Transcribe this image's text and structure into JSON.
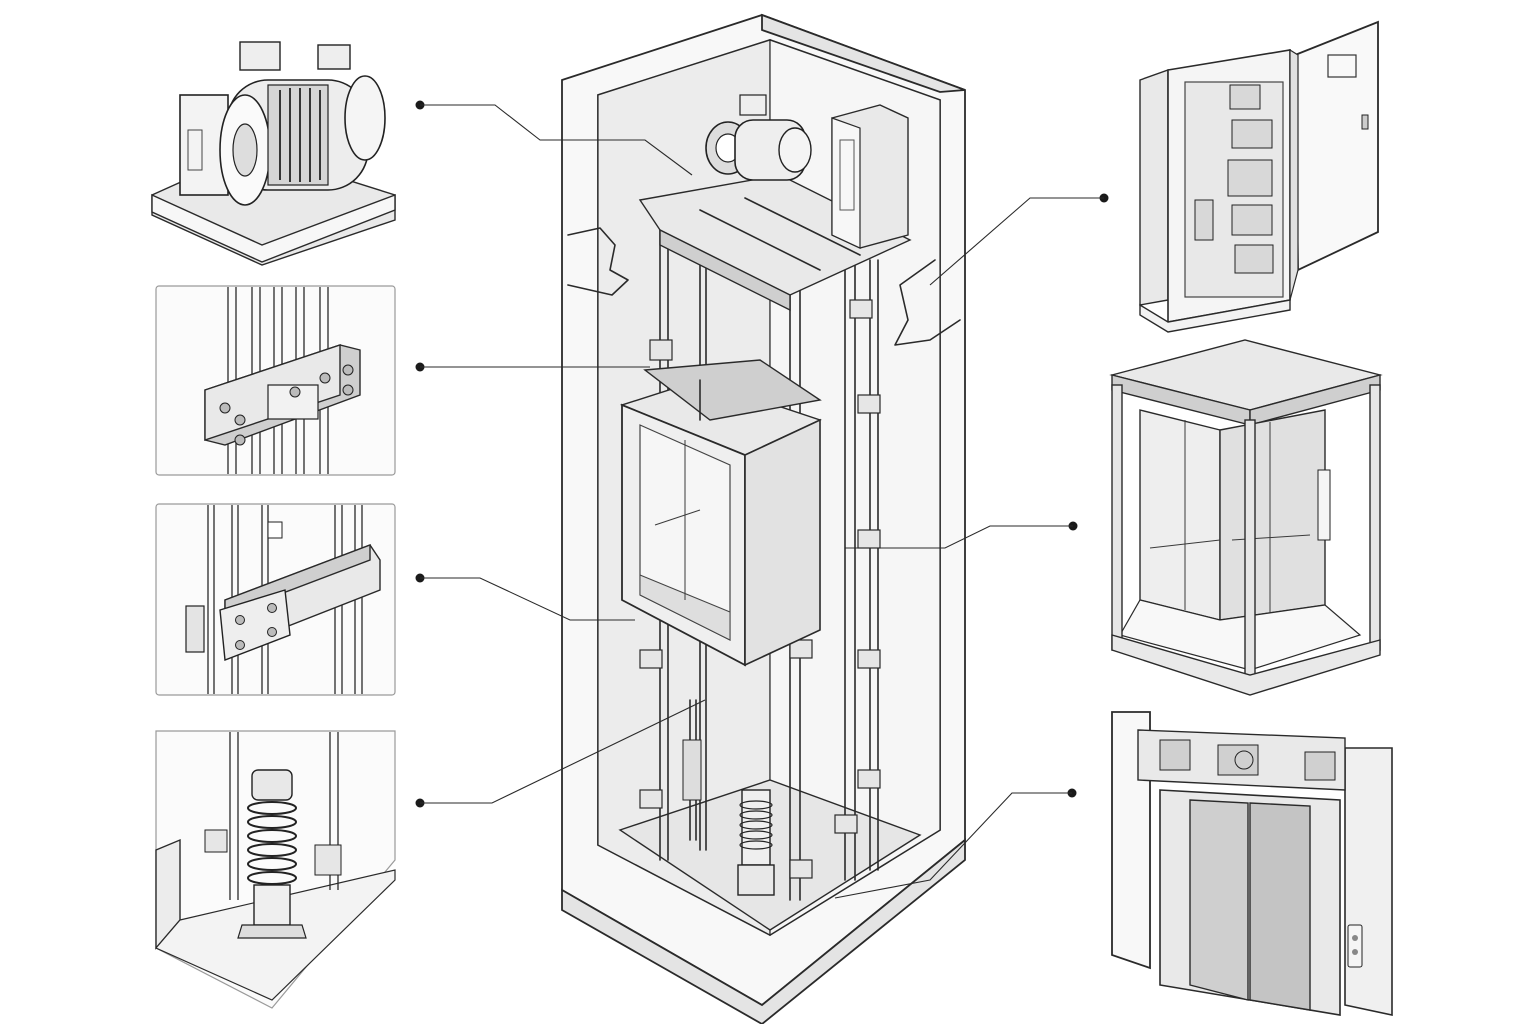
{
  "diagram": {
    "title": "",
    "style": "technical line drawing",
    "components": [
      "traction-machine",
      "rope-hitch-plate",
      "guide-rail-bracket",
      "pit-buffer",
      "control-cabinet",
      "elevator-car",
      "landing-door"
    ]
  },
  "colors": {
    "ink": "#2a2a2a",
    "background": "#ffffff",
    "concrete": "#f1f1f1",
    "metal": "#e9e9e9"
  }
}
